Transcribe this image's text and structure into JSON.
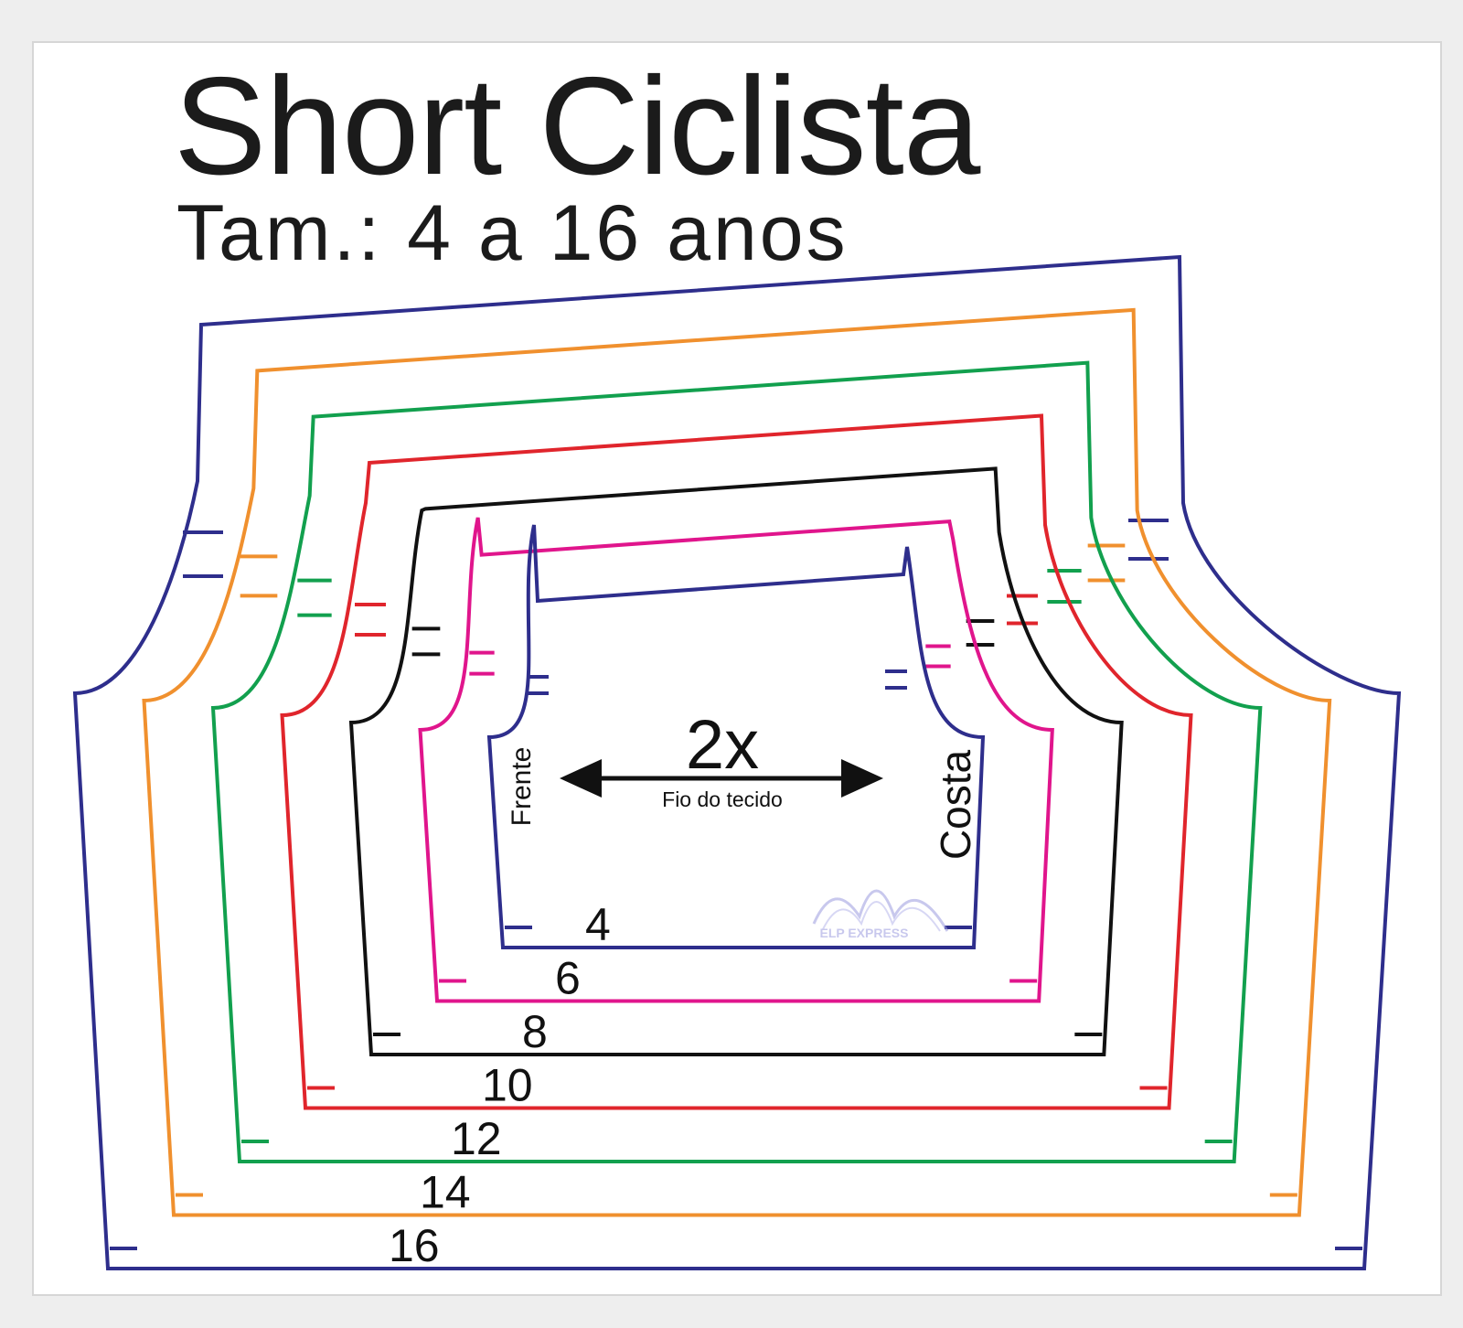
{
  "header": {
    "title": "Short Ciclista",
    "subtitle": "Tam.: 4 a 16 anos"
  },
  "piece": {
    "quantity": "2x",
    "grain_label": "Fio do tecido",
    "front_label": "Frente",
    "back_label": "Costa",
    "watermark_text": "ELP EXPRESS"
  },
  "sizes": [
    {
      "label": "16",
      "color": "#2e2e8c"
    },
    {
      "label": "14",
      "color": "#f0902e"
    },
    {
      "label": "12",
      "color": "#12a04e"
    },
    {
      "label": "10",
      "color": "#e0252c"
    },
    {
      "label": "8",
      "color": "#111111"
    },
    {
      "label": "6",
      "color": "#e0158c"
    },
    {
      "label": "4",
      "color": "#2e2e8c"
    }
  ]
}
